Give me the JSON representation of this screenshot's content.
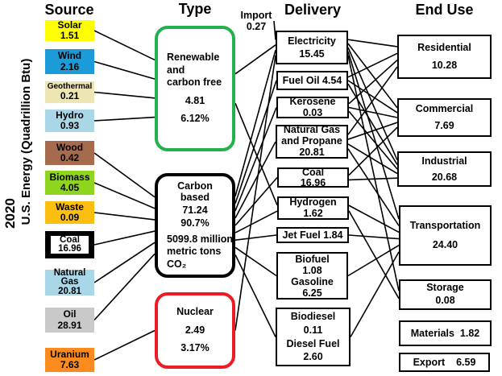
{
  "headers": {
    "source": "Source",
    "type": "Type",
    "delivery": "Delivery",
    "end_use": "End Use"
  },
  "axis": {
    "year": "2020",
    "unit_label": "U.S. Energy (Quadrillion Btu)"
  },
  "import_note": {
    "label": "Import",
    "value": "0.27"
  },
  "sources": {
    "solar": {
      "label": "Solar",
      "value": "1.51",
      "color": "#FFFF00"
    },
    "wind": {
      "label": "Wind",
      "value": "2.16",
      "color": "#1B9CD8"
    },
    "geothermal": {
      "label": "Geothermal",
      "value": "0.21",
      "color": "#EDE5B2"
    },
    "hydro": {
      "label": "Hydro",
      "value": "0.93",
      "color": "#A9D7E8"
    },
    "wood": {
      "label": "Wood",
      "value": "0.42",
      "color": "#A66A4D"
    },
    "biomass": {
      "label": "Biomass",
      "value": "4.05",
      "color": "#8FD41F"
    },
    "waste": {
      "label": "Waste",
      "value": "0.09",
      "color": "#FCBF10"
    },
    "coal_src": {
      "label": "Coal",
      "value": "16.96",
      "color": "#FFFFFF",
      "frame_color": "#000000"
    },
    "natural_gas_src": {
      "label": "Natural Gas",
      "value": "20.81",
      "color": "#A9D7E8"
    },
    "oil": {
      "label": "Oil",
      "value": "28.91",
      "color": "#C9C9C9"
    },
    "uranium": {
      "label": "Uranium",
      "value": "7.63",
      "color": "#FB8B1E"
    }
  },
  "types": {
    "renewable": {
      "name_lines": [
        "Renewable",
        "and",
        "carbon free"
      ],
      "value": "4.81",
      "percent": "6.12%",
      "border": "#22B14C"
    },
    "carbon": {
      "name_lines": [
        "Carbon",
        "based"
      ],
      "value": "71.24",
      "percent": "90.7%",
      "note_lines": [
        "5099.8 million",
        "metric tons",
        "CO₂"
      ],
      "border": "#000000"
    },
    "nuclear": {
      "name_lines": [
        "Nuclear"
      ],
      "value": "2.49",
      "percent": "3.17%",
      "border": "#ED1C24"
    }
  },
  "delivery": {
    "electricity": {
      "lines": [
        "Electricity",
        "15.45"
      ]
    },
    "fuel_oil": {
      "lines": [
        "Fuel Oil 4.54"
      ]
    },
    "kerosene": {
      "lines": [
        "Kerosene",
        "0.03"
      ]
    },
    "ngp": {
      "lines": [
        "Natural Gas",
        "and Propane",
        "20.81"
      ]
    },
    "coal_del": {
      "lines": [
        "Coal",
        "16.96"
      ]
    },
    "hydrogen": {
      "lines": [
        "Hydrogen",
        "1.62"
      ]
    },
    "jet_fuel": {
      "lines": [
        "Jet Fuel 1.84"
      ]
    },
    "biofuel": {
      "lines": [
        "Biofuel",
        "1.08",
        "Gasoline",
        "6.25"
      ]
    },
    "biodiesel": {
      "lines": [
        "Biodiesel",
        "0.11",
        "Diesel Fuel",
        "2.60"
      ]
    }
  },
  "end_use": {
    "residential": {
      "lines": [
        "Residential",
        "10.28"
      ]
    },
    "commercial": {
      "lines": [
        "Commercial",
        "7.69"
      ]
    },
    "industrial": {
      "lines": [
        "Industrial",
        "20.68"
      ]
    },
    "transportation": {
      "lines": [
        "Transportation",
        "24.40"
      ]
    },
    "storage": {
      "lines": [
        "Storage",
        "0.08"
      ]
    },
    "materials": {
      "lines": [
        "Materials  1.82"
      ]
    },
    "export": {
      "lines": [
        "Export    6.59"
      ]
    }
  },
  "line_color": "#000000",
  "links": [
    [
      "solar",
      "renewable"
    ],
    [
      "wind",
      "renewable"
    ],
    [
      "geothermal",
      "renewable"
    ],
    [
      "hydro",
      "renewable"
    ],
    [
      "wood",
      "carbon"
    ],
    [
      "biomass",
      "carbon"
    ],
    [
      "waste",
      "carbon"
    ],
    [
      "coal_src",
      "carbon"
    ],
    [
      "natural_gas_src",
      "carbon"
    ],
    [
      "oil",
      "carbon"
    ],
    [
      "uranium",
      "nuclear"
    ],
    [
      "import",
      "electricity"
    ],
    [
      "renewable",
      "electricity"
    ],
    [
      "renewable",
      "hydrogen"
    ],
    [
      "nuclear",
      "electricity"
    ],
    [
      "carbon",
      "electricity"
    ],
    [
      "carbon",
      "fuel_oil"
    ],
    [
      "carbon",
      "kerosene"
    ],
    [
      "carbon",
      "ngp"
    ],
    [
      "carbon",
      "coal_del"
    ],
    [
      "carbon",
      "hydrogen"
    ],
    [
      "carbon",
      "jet_fuel"
    ],
    [
      "carbon",
      "biofuel"
    ],
    [
      "carbon",
      "biodiesel"
    ],
    [
      "electricity",
      "residential"
    ],
    [
      "electricity",
      "commercial"
    ],
    [
      "electricity",
      "industrial"
    ],
    [
      "electricity",
      "transportation"
    ],
    [
      "electricity",
      "storage"
    ],
    [
      "fuel_oil",
      "residential"
    ],
    [
      "fuel_oil",
      "commercial"
    ],
    [
      "fuel_oil",
      "industrial"
    ],
    [
      "kerosene",
      "residential"
    ],
    [
      "kerosene",
      "commercial"
    ],
    [
      "kerosene",
      "industrial"
    ],
    [
      "ngp",
      "residential"
    ],
    [
      "ngp",
      "commercial"
    ],
    [
      "ngp",
      "industrial"
    ],
    [
      "ngp",
      "transportation"
    ],
    [
      "coal_del",
      "commercial"
    ],
    [
      "coal_del",
      "industrial"
    ],
    [
      "hydrogen",
      "transportation"
    ],
    [
      "hydrogen",
      "storage"
    ],
    [
      "jet_fuel",
      "transportation"
    ],
    [
      "biofuel",
      "transportation"
    ],
    [
      "biodiesel",
      "transportation"
    ]
  ]
}
